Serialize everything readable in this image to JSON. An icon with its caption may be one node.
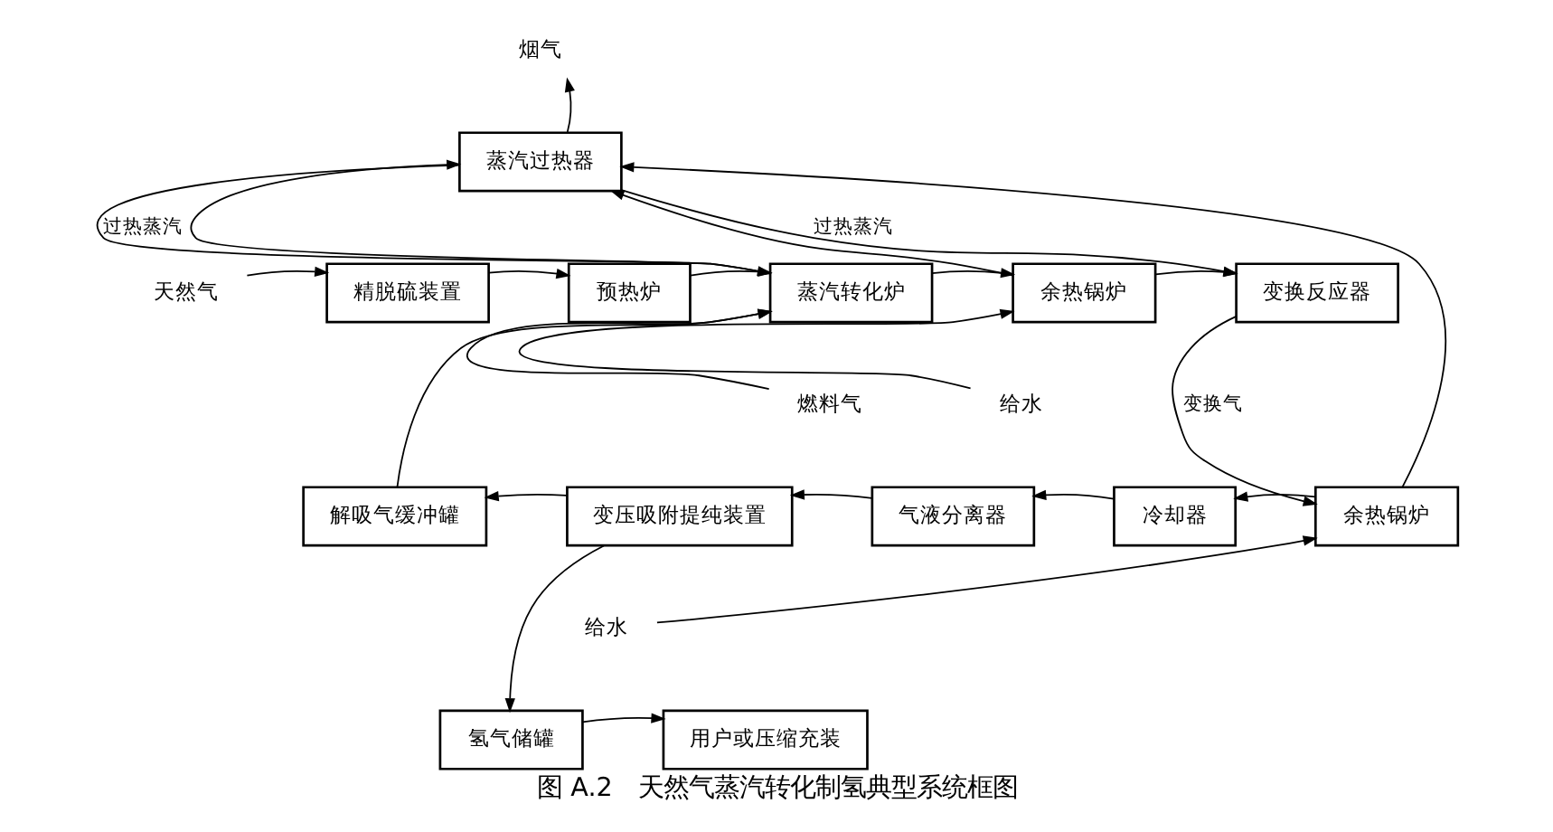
{
  "diagram": {
    "caption": "图 A.2　天然气蒸汽转化制氢典型系统框图",
    "nodes": [
      {
        "text": [
          "精脱硫装置"
        ]
      },
      {
        "text": [
          "预热炉"
        ]
      },
      {
        "text": [
          "蒸汽转化炉"
        ]
      },
      {
        "text": [
          "余热锅炉"
        ]
      },
      {
        "text": [
          "变换反应器"
        ]
      },
      {
        "text": [
          "蒸汽过热器"
        ]
      },
      {
        "text": [
          "余热锅炉"
        ]
      },
      {
        "text": [
          "冷却器"
        ]
      },
      {
        "text": [
          "气液分离器"
        ]
      },
      {
        "text": [
          "变压吸附提纯装置"
        ]
      },
      {
        "text": [
          "解吸气缓冲罐"
        ]
      },
      {
        "text": [
          "氢气储罐"
        ]
      },
      {
        "text": [
          "用户或压缩充装"
        ]
      },
      {
        "text": [
          "天然气"
        ]
      },
      {
        "text": [
          "燃料气"
        ]
      },
      {
        "text": [
          "给水"
        ]
      },
      {
        "text": [
          "给水"
        ]
      },
      {
        "text": [
          "烟气"
        ]
      }
    ],
    "edges": [
      {
        "from": 13,
        "to": 0,
        "arrow": "to"
      },
      {
        "from": 0,
        "to": 1,
        "arrow": "to"
      },
      {
        "from": 1,
        "to": 2,
        "arrow": "to"
      },
      {
        "from": 2,
        "to": 3,
        "arrow": "to"
      },
      {
        "from": 3,
        "to": 4,
        "arrow": "to"
      },
      {
        "from": 2,
        "to": 5,
        "arrow": "to"
      },
      {
        "from": 3,
        "to": 5,
        "arrow": "to"
      },
      {
        "from": 5,
        "to": 2,
        "label": "过热蒸汽",
        "arrow": "to"
      },
      {
        "from": 5,
        "to": 4,
        "label": "过热蒸汽",
        "arrow": "to"
      },
      {
        "from": 5,
        "to": 17,
        "arrow": "to"
      },
      {
        "from": 15,
        "to": 3,
        "arrow": "to"
      },
      {
        "from": 14,
        "to": 2,
        "arrow": "to"
      },
      {
        "from": 10,
        "to": 2,
        "arrow": "to"
      },
      {
        "from": 4,
        "to": 6,
        "label": "变换气",
        "arrow": "to"
      },
      {
        "from": 6,
        "to": 5,
        "arrow": "to"
      },
      {
        "from": 16,
        "to": 6,
        "arrow": "to"
      },
      {
        "from": 6,
        "to": 7,
        "arrow": "to"
      },
      {
        "from": 7,
        "to": 8,
        "arrow": "to"
      },
      {
        "from": 8,
        "to": 9,
        "arrow": "to"
      },
      {
        "from": 9,
        "to": 10,
        "arrow": "to"
      },
      {
        "from": 9,
        "to": 11,
        "arrow": "to"
      },
      {
        "from": 11,
        "to": 12,
        "arrow": "to"
      }
    ]
  }
}
